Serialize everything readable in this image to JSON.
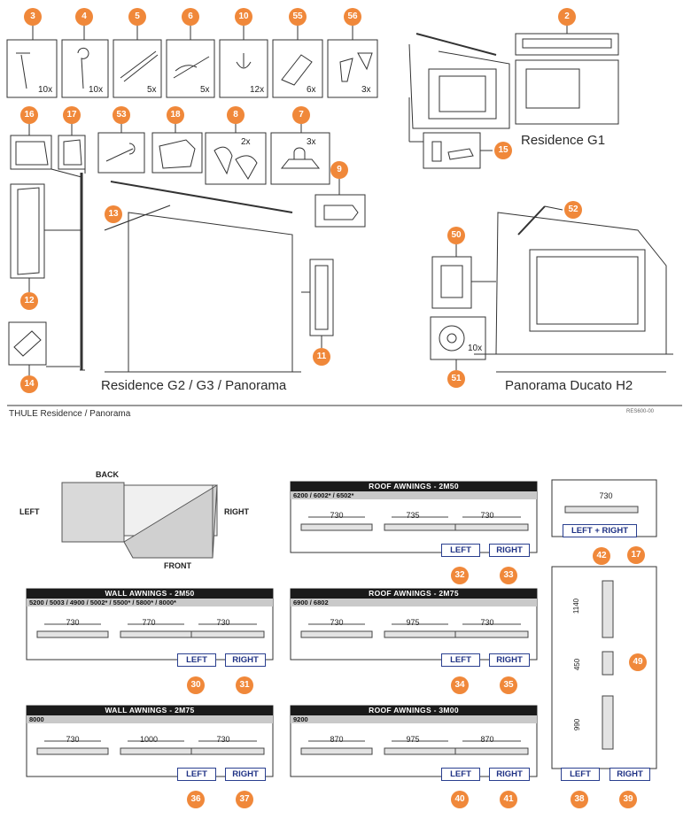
{
  "top_diagram": {
    "captions": {
      "residence_g1": "Residence G1",
      "residence_g2": "Residence G2 / G3 / Panorama",
      "panorama_ducato": "Panorama Ducato H2"
    },
    "parts": [
      {
        "no": "3",
        "qty": "10x",
        "icon": "tent-peg-icon"
      },
      {
        "no": "4",
        "qty": "10x",
        "icon": "hook-peg-icon"
      },
      {
        "no": "5",
        "qty": "5x",
        "icon": "strap-icon"
      },
      {
        "no": "6",
        "qty": "5x",
        "icon": "clip-strap-icon"
      },
      {
        "no": "10",
        "qty": "12x",
        "icon": "rubber-hook-icon"
      },
      {
        "no": "55",
        "qty": "6x",
        "icon": "bracket-icon"
      },
      {
        "no": "56",
        "qty": "3x",
        "icon": "clamp-icon"
      },
      {
        "no": "2",
        "qty": "",
        "icon": "rail-icon"
      },
      {
        "no": "16",
        "qty": "",
        "icon": "end-cap-icon"
      },
      {
        "no": "17",
        "qty": "",
        "icon": "corner-cap-icon"
      },
      {
        "no": "53",
        "qty": "",
        "icon": "bolt-icon"
      },
      {
        "no": "18",
        "qty": "",
        "icon": "holder-icon"
      },
      {
        "no": "8",
        "qty": "2x",
        "icon": "cover-icon"
      },
      {
        "no": "7",
        "qty": "3x",
        "icon": "foot-plate-icon"
      },
      {
        "no": "9",
        "qty": "",
        "icon": "adapter-icon"
      },
      {
        "no": "13",
        "qty": "",
        "icon": "tension-rafter-icon"
      },
      {
        "no": "12",
        "qty": "",
        "icon": "side-panel-icon"
      },
      {
        "no": "14",
        "qty": "",
        "icon": "foot-icon"
      },
      {
        "no": "11",
        "qty": "",
        "icon": "window-icon"
      },
      {
        "no": "15",
        "qty": "",
        "icon": "connector-icon"
      },
      {
        "no": "52",
        "qty": "",
        "icon": "rafter-icon"
      },
      {
        "no": "50",
        "qty": "",
        "icon": "buckle-icon"
      },
      {
        "no": "51",
        "qty": "10x",
        "icon": "disc-icon"
      }
    ],
    "footer_title": "THULE Residence / Panorama",
    "footer_code": "RES600-00"
  },
  "orientation": {
    "back": "BACK",
    "left": "LEFT",
    "right": "RIGHT",
    "front": "FRONT"
  },
  "awning_boxes": [
    {
      "title": "ROOF AWNINGS - 2M50",
      "models": "6200 / 6002* / 6502*",
      "dims": [
        "730",
        "735",
        "730"
      ],
      "left_no": "32",
      "right_no": "33"
    },
    {
      "title": "WALL AWNINGS - 2M50",
      "models": "5200 / 5003 / 4900 / 5002* / 5500* / 5800* / 8000*",
      "dims": [
        "730",
        "770",
        "730"
      ],
      "left_no": "30",
      "right_no": "31"
    },
    {
      "title": "ROOF AWNINGS - 2M75",
      "models": "6900 / 6802",
      "dims": [
        "730",
        "975",
        "730"
      ],
      "left_no": "34",
      "right_no": "35"
    },
    {
      "title": "WALL AWNINGS - 2M75",
      "models": "8000",
      "dims": [
        "730",
        "1000",
        "730"
      ],
      "left_no": "36",
      "right_no": "37"
    },
    {
      "title": "ROOF AWNINGS - 3M00",
      "models": "9200",
      "dims": [
        "870",
        "975",
        "870"
      ],
      "left_no": "40",
      "right_no": "41"
    }
  ],
  "labels": {
    "left": "LEFT",
    "right": "RIGHT",
    "left_right": "LEFT + RIGHT"
  },
  "single_box": {
    "dim": "730",
    "no": "42"
  },
  "leg_box": {
    "dims": [
      "1140",
      "450",
      "990"
    ],
    "top_no": "17",
    "mid_no": "49",
    "left_no": "38",
    "right_no": "39"
  }
}
